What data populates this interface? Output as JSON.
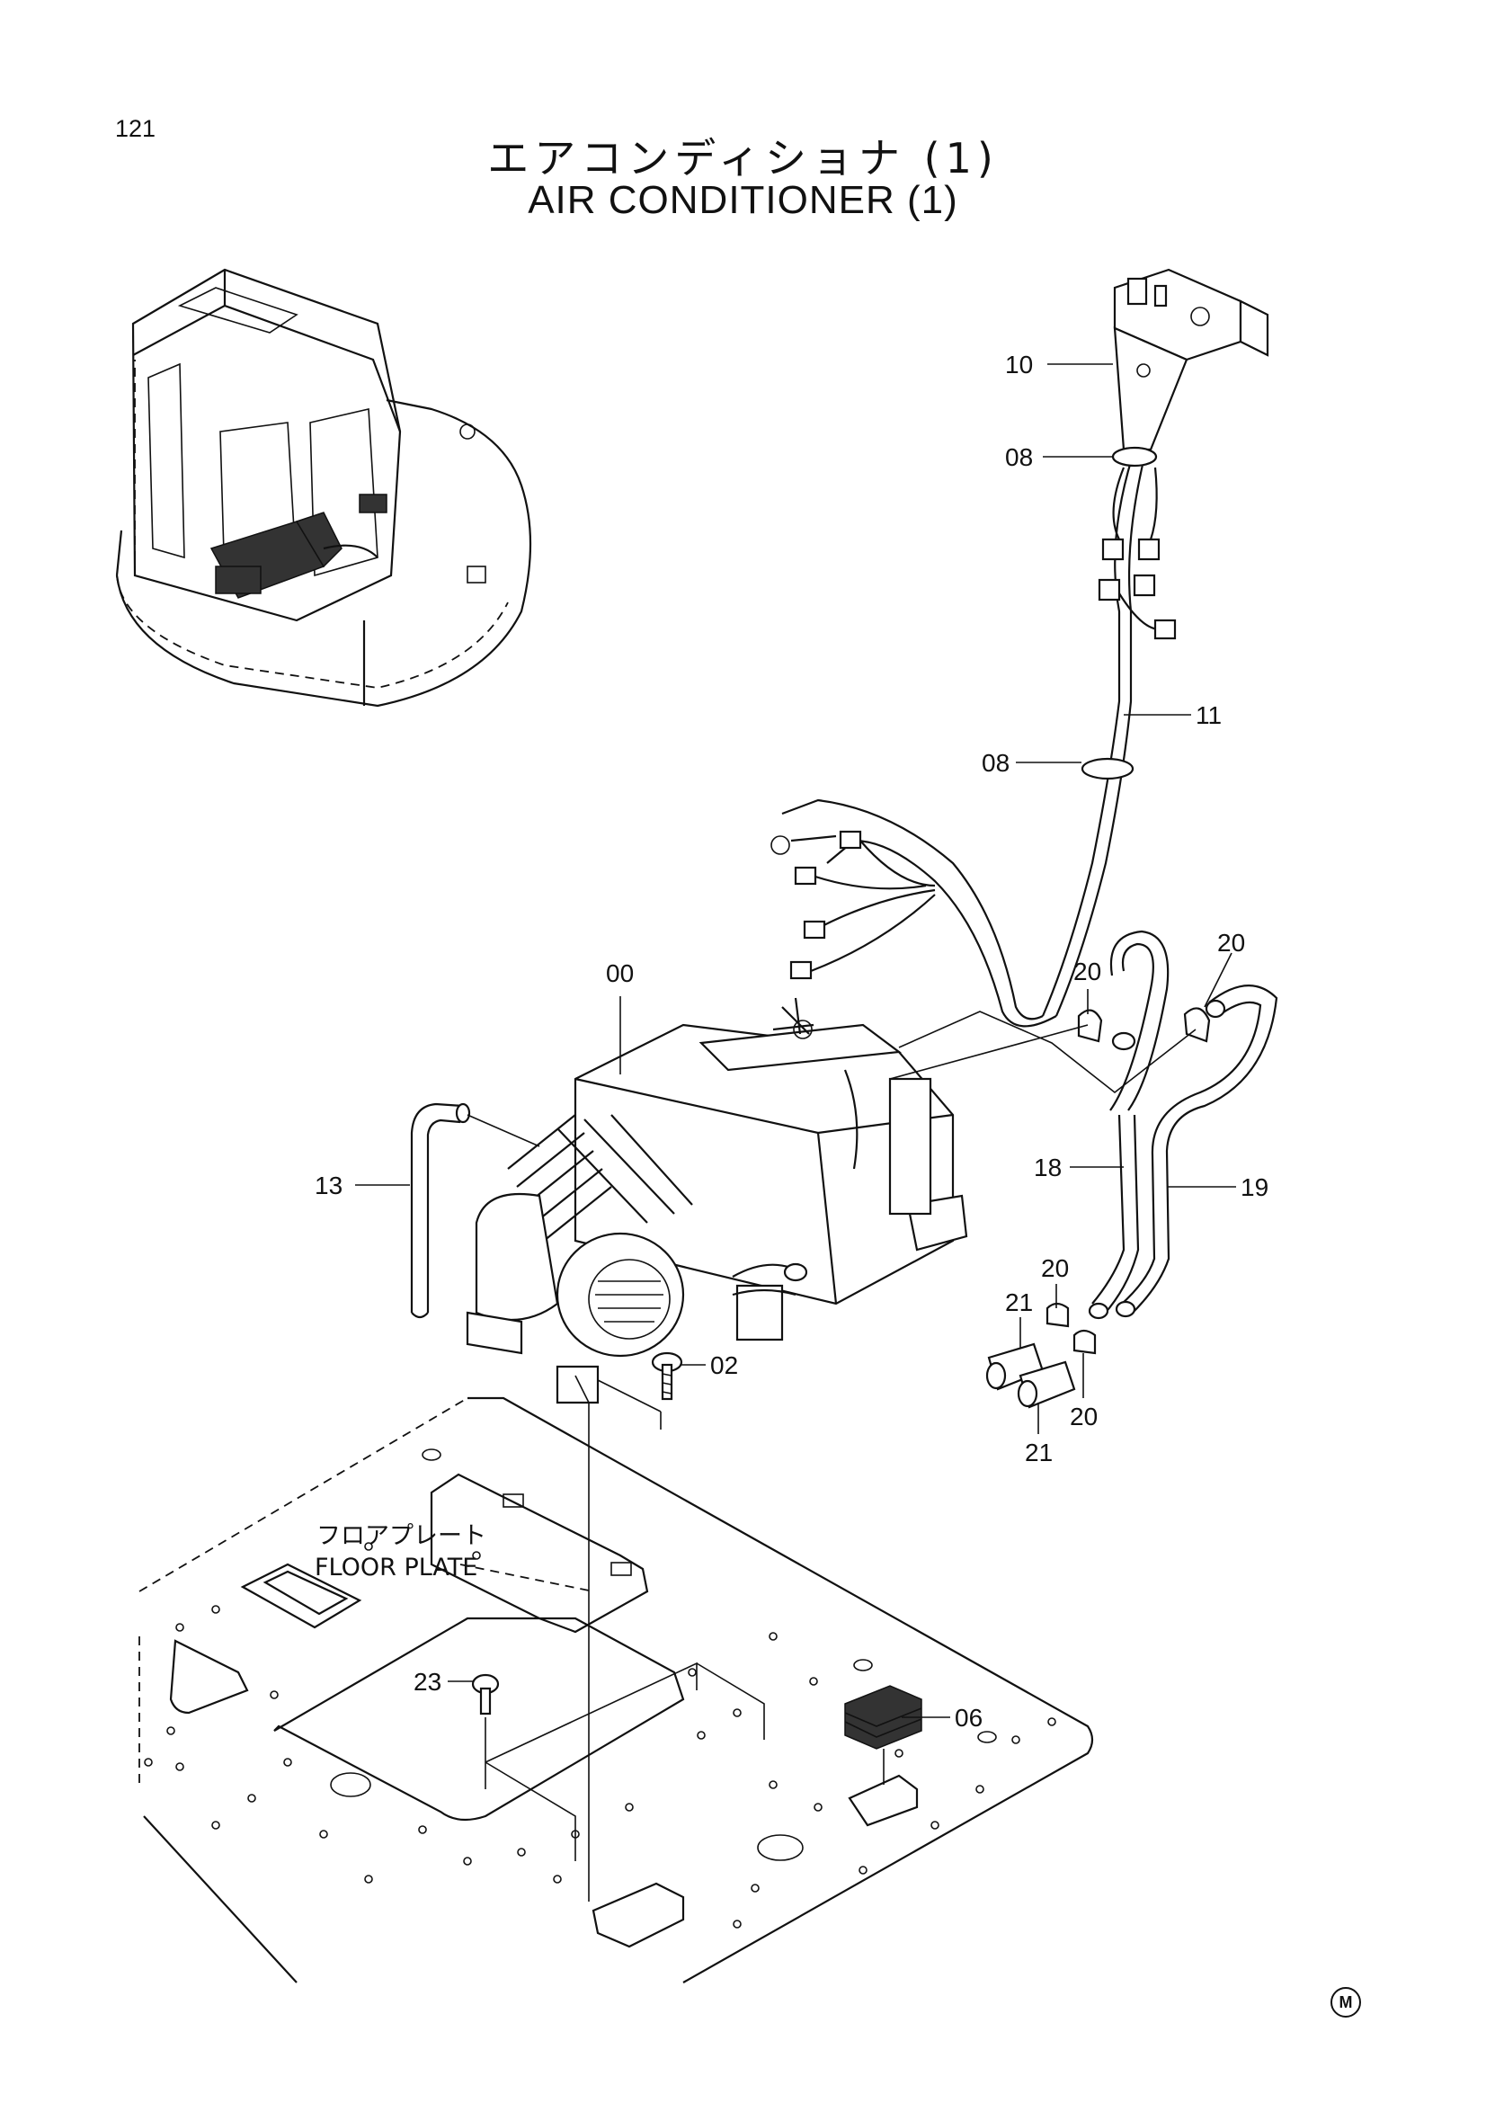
{
  "header": {
    "page_number": "121",
    "title_jp": "エアコンディショナ (1)",
    "title_en": "AIR CONDITIONER (1)"
  },
  "callouts": {
    "c10": "10",
    "c08a": "08",
    "c11": "11",
    "c08b": "08",
    "c00": "00",
    "c20a": "20",
    "c20b": "20",
    "c13": "13",
    "c18": "18",
    "c19": "19",
    "c20c": "20",
    "c21a": "21",
    "c02": "02",
    "c20d": "20",
    "c21b": "21",
    "c23": "23",
    "c06": "06"
  },
  "floor_plate": {
    "label_jp": "フロアプレート",
    "label_en": "FLOOR PLATE"
  },
  "corner_mark": "M"
}
